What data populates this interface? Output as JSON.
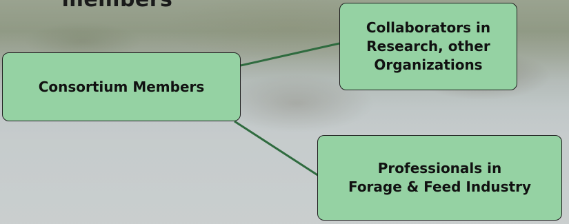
{
  "title_fragment": "members",
  "nodes": {
    "root": {
      "label": "Consortium Members"
    },
    "collaborators": {
      "label": "Collaborators in\nResearch, other\nOrganizations"
    },
    "professionals": {
      "label": "Professionals in\nForage & Feed Industry"
    }
  },
  "colors": {
    "node_fill": "#95d2a3",
    "connector": "#2f6b3f"
  }
}
